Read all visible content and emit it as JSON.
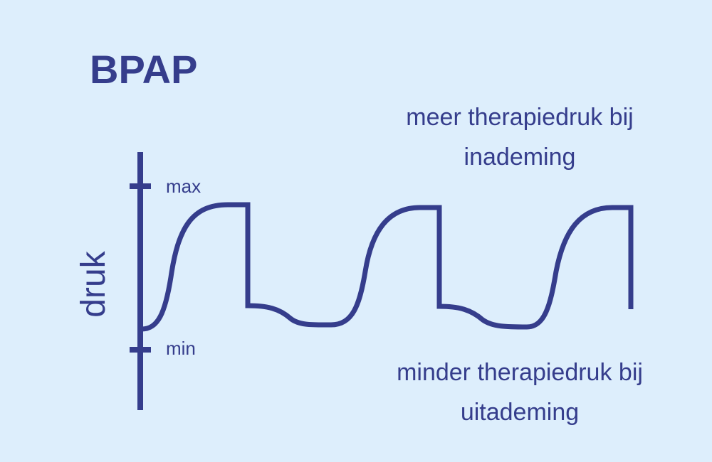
{
  "title": "BPAP",
  "axis": {
    "ylabel": "druk",
    "ticks": {
      "max": "max",
      "min": "min"
    }
  },
  "captions": {
    "top": {
      "line1": "meer therapiedruk bij",
      "line2": "inademing"
    },
    "bottom": {
      "line1": "minder therapiedruk bij",
      "line2": "uitademing"
    }
  },
  "colors": {
    "background": "#ddeefc",
    "ink": "#353d8c"
  },
  "chart_data": {
    "type": "line",
    "title": "BPAP",
    "xlabel": "",
    "ylabel": "druk",
    "y_tick_labels": [
      "min",
      "max"
    ],
    "annotations": [
      "meer therapiedruk bij inademing",
      "minder therapiedruk bij uitademing"
    ],
    "grid": false,
    "legend": null,
    "description": "Schematic pressure waveform: three inspiratory cycles rising in an S-curve to a high plateau (near max) followed by an abrupt drop to a lower expiratory pressure (near min).",
    "series": [
      {
        "name": "druk",
        "cycles": 3,
        "inspiration_level": "high (just below max)",
        "expiration_level": "low (just above min)"
      }
    ]
  }
}
